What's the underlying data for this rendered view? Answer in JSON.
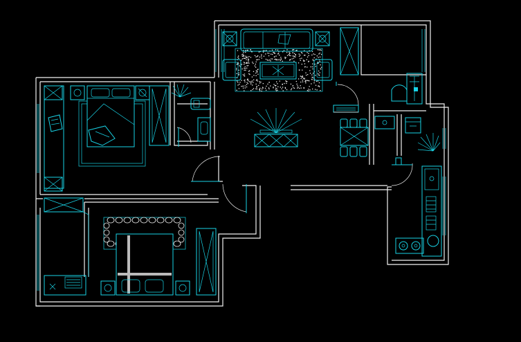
{
  "drawing": {
    "background_color": "#000000",
    "wall_color": "#f2f2f2",
    "furniture_color": "#19d3e6",
    "rooms": [
      {
        "id": "living-room",
        "fixtures": [
          "sofa",
          "coffee-table",
          "armchair",
          "armchair",
          "side-table",
          "side-table",
          "rug",
          "tv-cabinet"
        ]
      },
      {
        "id": "bedroom-north",
        "fixtures": [
          "double-bed",
          "nightstand",
          "nightstand",
          "wardrobe",
          "desk",
          "lounge-chair"
        ]
      },
      {
        "id": "bedroom-south",
        "fixtures": [
          "double-bed",
          "nightstand",
          "nightstand",
          "wardrobe",
          "rug"
        ]
      },
      {
        "id": "study",
        "fixtures": [
          "desk",
          "cabinet",
          "chair"
        ]
      },
      {
        "id": "bathroom",
        "fixtures": [
          "toilet",
          "vanity",
          "shower"
        ]
      },
      {
        "id": "dining",
        "fixtures": [
          "dining-table",
          "chair",
          "chair",
          "chair",
          "chair",
          "chandelier"
        ]
      },
      {
        "id": "kitchen",
        "fixtures": [
          "stove",
          "sink",
          "counter",
          "fridge"
        ]
      },
      {
        "id": "balcony",
        "fixtures": [
          "wash-basin",
          "storage-cabinet"
        ]
      }
    ]
  }
}
